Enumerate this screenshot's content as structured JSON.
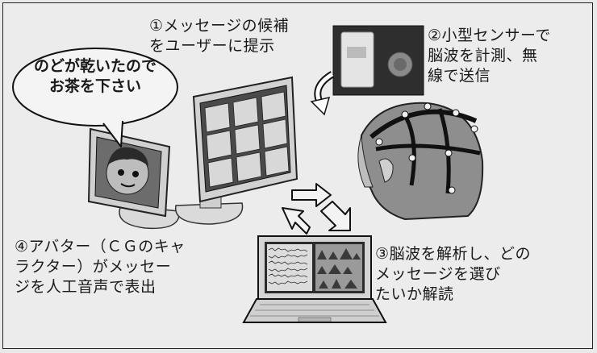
{
  "steps": {
    "step1": "①メッセージの候補\nをユーザーに提示",
    "step2": "②小型センサーで\n脳波を計測、無\n線で送信",
    "step3": "③脳波を解析し、どの\nメッセージを選び\nたいか解読",
    "step4": "④アバター（ＣＧのキャ\nラクター）がメッセー\nジを人工音声で表出"
  },
  "speech_bubble": "のどが乾いたので\nお茶を下さい"
}
